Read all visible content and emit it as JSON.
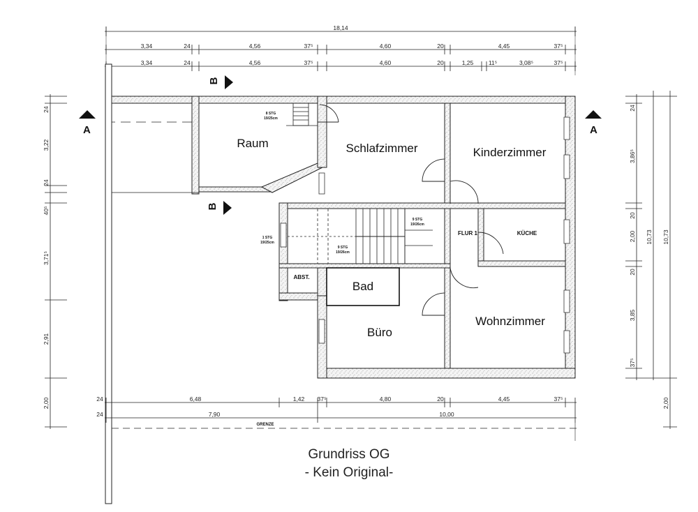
{
  "rooms": {
    "raum": "Raum",
    "schlafzimmer": "Schlafzimmer",
    "kinderzimmer": "Kinderzimmer",
    "kueche": "KÜCHE",
    "flur": "FLUR 1",
    "bad": "Bad",
    "abst": "ABST.",
    "buero": "Büro",
    "wohnzimmer": "Wohnzimmer"
  },
  "stairs": {
    "stair_8": "8 STG",
    "stair_8_size": "19/25cm",
    "stair_9a": "9 STG",
    "stair_9a_size": "19/26cm",
    "stair_9b": "9 STG",
    "stair_9b_size": "19/26cm",
    "stair_1": "1 STG",
    "stair_1_size": "19/25cm"
  },
  "section_marks": {
    "a_left": "A",
    "a_right": "A",
    "b_top": "B",
    "b_mid": "B"
  },
  "dims_top": {
    "total": "18,14",
    "r2": [
      "3,34",
      "24",
      "4,56",
      "37⁵",
      "4,60",
      "20",
      "4,45",
      "37⁵"
    ],
    "r3": [
      "3,34",
      "24",
      "4,56",
      "37⁵",
      "4,60",
      "20",
      "1,25",
      "11⁵",
      "3,08⁵",
      "37⁵"
    ]
  },
  "dims_bottom": {
    "r1": [
      "24",
      "6,48",
      "1,42",
      "37⁵",
      "4,80",
      "20",
      "4,45",
      "37⁵"
    ],
    "r2": [
      "24",
      "7,90",
      "10,00"
    ],
    "grenze": "GRENZE"
  },
  "dims_left": [
    "24",
    "3,22",
    "24",
    "40⁵",
    "3,71⁵",
    "2,91",
    "2,00"
  ],
  "dims_right": [
    "24",
    "3,86⁵",
    "20",
    "2,00",
    "20",
    "3,85",
    "37⁵",
    "10,73",
    "10,73",
    "2,00"
  ],
  "caption": {
    "title": "Grundriss OG",
    "subtitle": "- Kein Original-"
  }
}
